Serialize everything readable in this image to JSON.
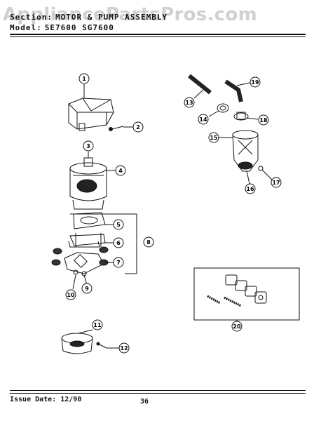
{
  "header": {
    "section_key": "Section:",
    "section_value": "MOTOR & PUMP ASSEMBLY",
    "model_key": "Model:",
    "model_value": "SE7600  SG7600"
  },
  "watermark": "AppliancePartsPros.com",
  "footer": {
    "issue_date": "Issue Date: 12/90",
    "page_number": "36"
  },
  "callouts": [
    "1",
    "2",
    "3",
    "4",
    "5",
    "6",
    "7",
    "8",
    "9",
    "10",
    "11",
    "12",
    "13",
    "14",
    "15",
    "16",
    "17",
    "18",
    "19",
    "20"
  ]
}
